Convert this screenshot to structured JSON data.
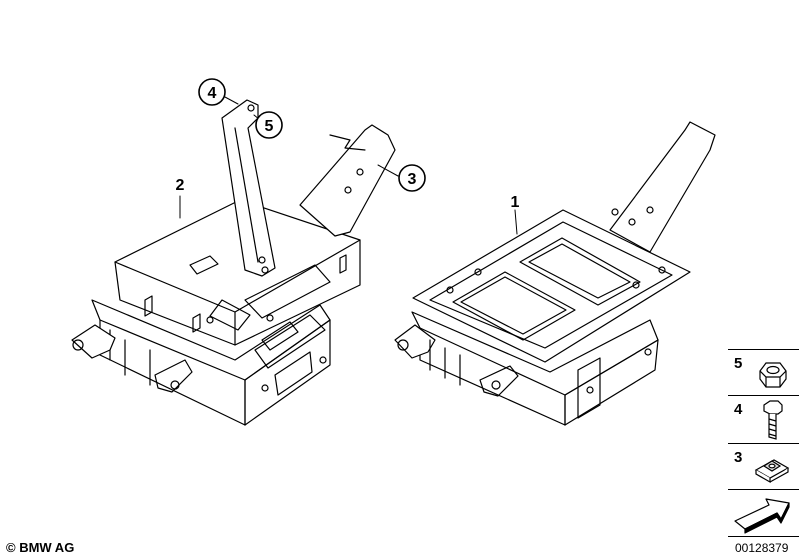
{
  "callouts": [
    {
      "id": "callout-1",
      "label": "1"
    },
    {
      "id": "callout-2",
      "label": "2"
    },
    {
      "id": "callout-3",
      "label": "3"
    },
    {
      "id": "callout-4",
      "label": "4"
    },
    {
      "id": "callout-5",
      "label": "5"
    }
  ],
  "legend": {
    "rows": [
      {
        "label": "5",
        "icon": "hex-nut-icon"
      },
      {
        "label": "4",
        "icon": "bolt-icon"
      },
      {
        "label": "3",
        "icon": "clip-nut-icon"
      },
      {
        "label": "",
        "icon": "arrow-icon"
      }
    ]
  },
  "footer": {
    "copyright": "© BMW AG",
    "doc_number": "00128379"
  }
}
